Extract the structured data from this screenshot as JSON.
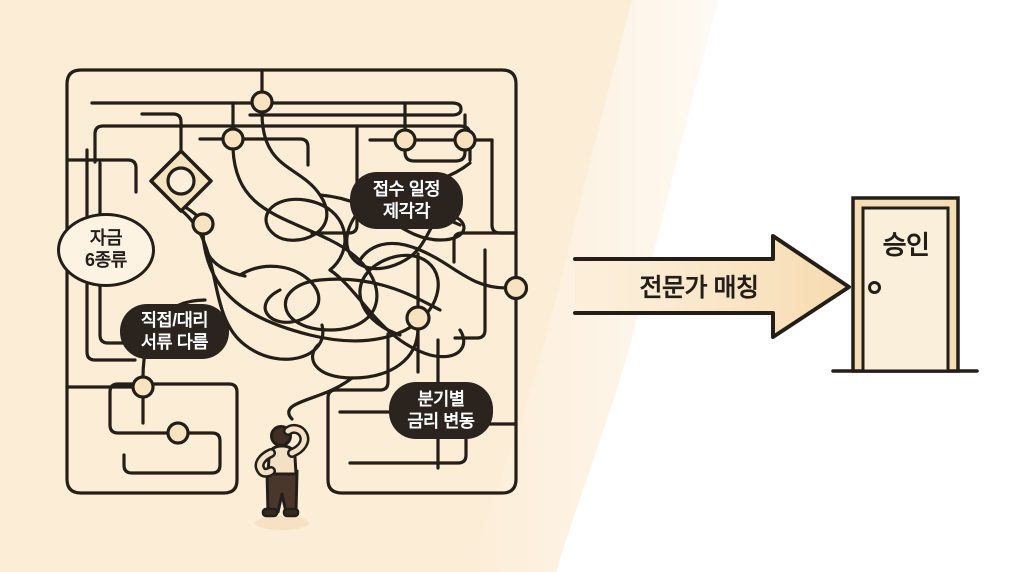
{
  "maze": {
    "labels": {
      "funds": {
        "line1": "자금",
        "line2": "6종류"
      },
      "schedule": {
        "line1": "접수 일정",
        "line2": "제각각"
      },
      "documents": {
        "line1": "직접/대리",
        "line2": "서류 다름"
      },
      "rates": {
        "line1": "분기별",
        "line2": "금리 변동"
      }
    }
  },
  "arrow": {
    "label": "전문가 매칭"
  },
  "door": {
    "label": "승인"
  },
  "colors": {
    "ink": "#241e18",
    "cream": "#fcedd7",
    "node": "#f8e3c0",
    "badge": "#2b241e",
    "badge_text": "#ffffff",
    "label_fill": "#fdf3e3",
    "arrow_light": "#fbebd2",
    "arrow_dark": "#f7dbb0",
    "door_frame": "#f5ddb5",
    "door_panel": "#faefdb",
    "hair": "#3f2f25",
    "shirt": "#f3e1c6",
    "pants": "#4a372b",
    "shoes": "#352a20",
    "shadow": "#f6e2c2"
  }
}
